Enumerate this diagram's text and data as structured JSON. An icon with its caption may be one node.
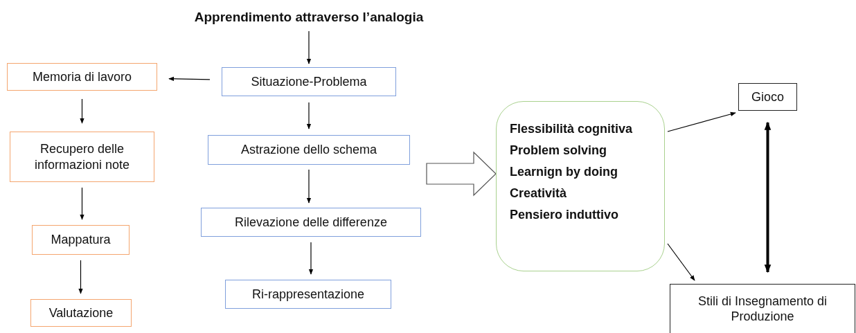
{
  "diagram": {
    "nodes": [
      {
        "text": [
          "Apprendimento attraverso l’analogia"
        ]
      },
      {
        "text": [
          "Memoria di lavoro"
        ]
      },
      {
        "text": [
          "Situazione-Problema"
        ]
      },
      {
        "text": [
          "Recupero delle informazioni note"
        ]
      },
      {
        "text": [
          "Astrazione dello schema"
        ]
      },
      {
        "text": [
          "Mappatura"
        ]
      },
      {
        "text": [
          "Rilevazione delle differenze"
        ]
      },
      {
        "text": [
          "Valutazione"
        ]
      },
      {
        "text": [
          "Ri-rappresentazione"
        ]
      },
      {
        "text": [
          "Flessibilità cognitiva",
          "Problem solving",
          "Learnign by doing",
          "Creatività",
          "Pensiero induttivo"
        ]
      },
      {
        "text": [
          "Gioco"
        ]
      },
      {
        "text": [
          "Stili di Insegnamento di Produzione"
        ]
      }
    ],
    "edges": [
      {
        "from": 0,
        "to": 2,
        "arrow": "to"
      },
      {
        "from": 2,
        "to": 1,
        "arrow": "to"
      },
      {
        "from": 1,
        "to": 3,
        "arrow": "to"
      },
      {
        "from": 3,
        "to": 5,
        "arrow": "to"
      },
      {
        "from": 5,
        "to": 7,
        "arrow": "to"
      },
      {
        "from": 2,
        "to": 4,
        "arrow": "to"
      },
      {
        "from": 4,
        "to": 6,
        "arrow": "to"
      },
      {
        "from": 6,
        "to": 8,
        "arrow": "to"
      },
      {
        "from": null,
        "to": 9,
        "arrow": "to",
        "style": "thick"
      },
      {
        "from": 9,
        "to": 10,
        "arrow": "to"
      },
      {
        "from": 9,
        "to": 11,
        "arrow": "to"
      },
      {
        "from": 10,
        "to": 11,
        "arrow": "both",
        "style": "thick"
      }
    ]
  }
}
